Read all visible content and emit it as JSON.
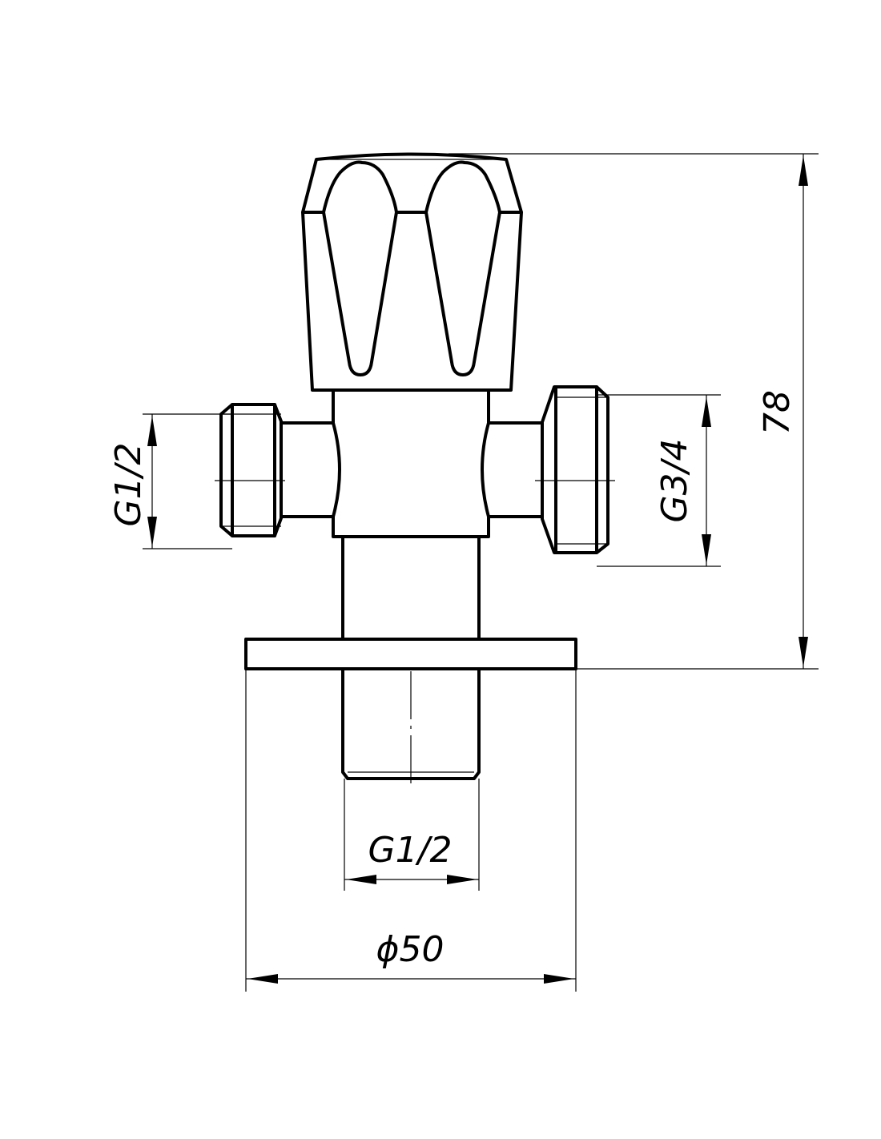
{
  "drawing": {
    "title": "Angle valve technical drawing",
    "dimensions": {
      "height": "78",
      "right_outlet": "G3/4",
      "left_outlet": "G1/2",
      "bottom_inlet": "G1/2",
      "flange_diameter": "ϕ50"
    },
    "colors": {
      "line": "#000000",
      "background": "#ffffff"
    }
  }
}
